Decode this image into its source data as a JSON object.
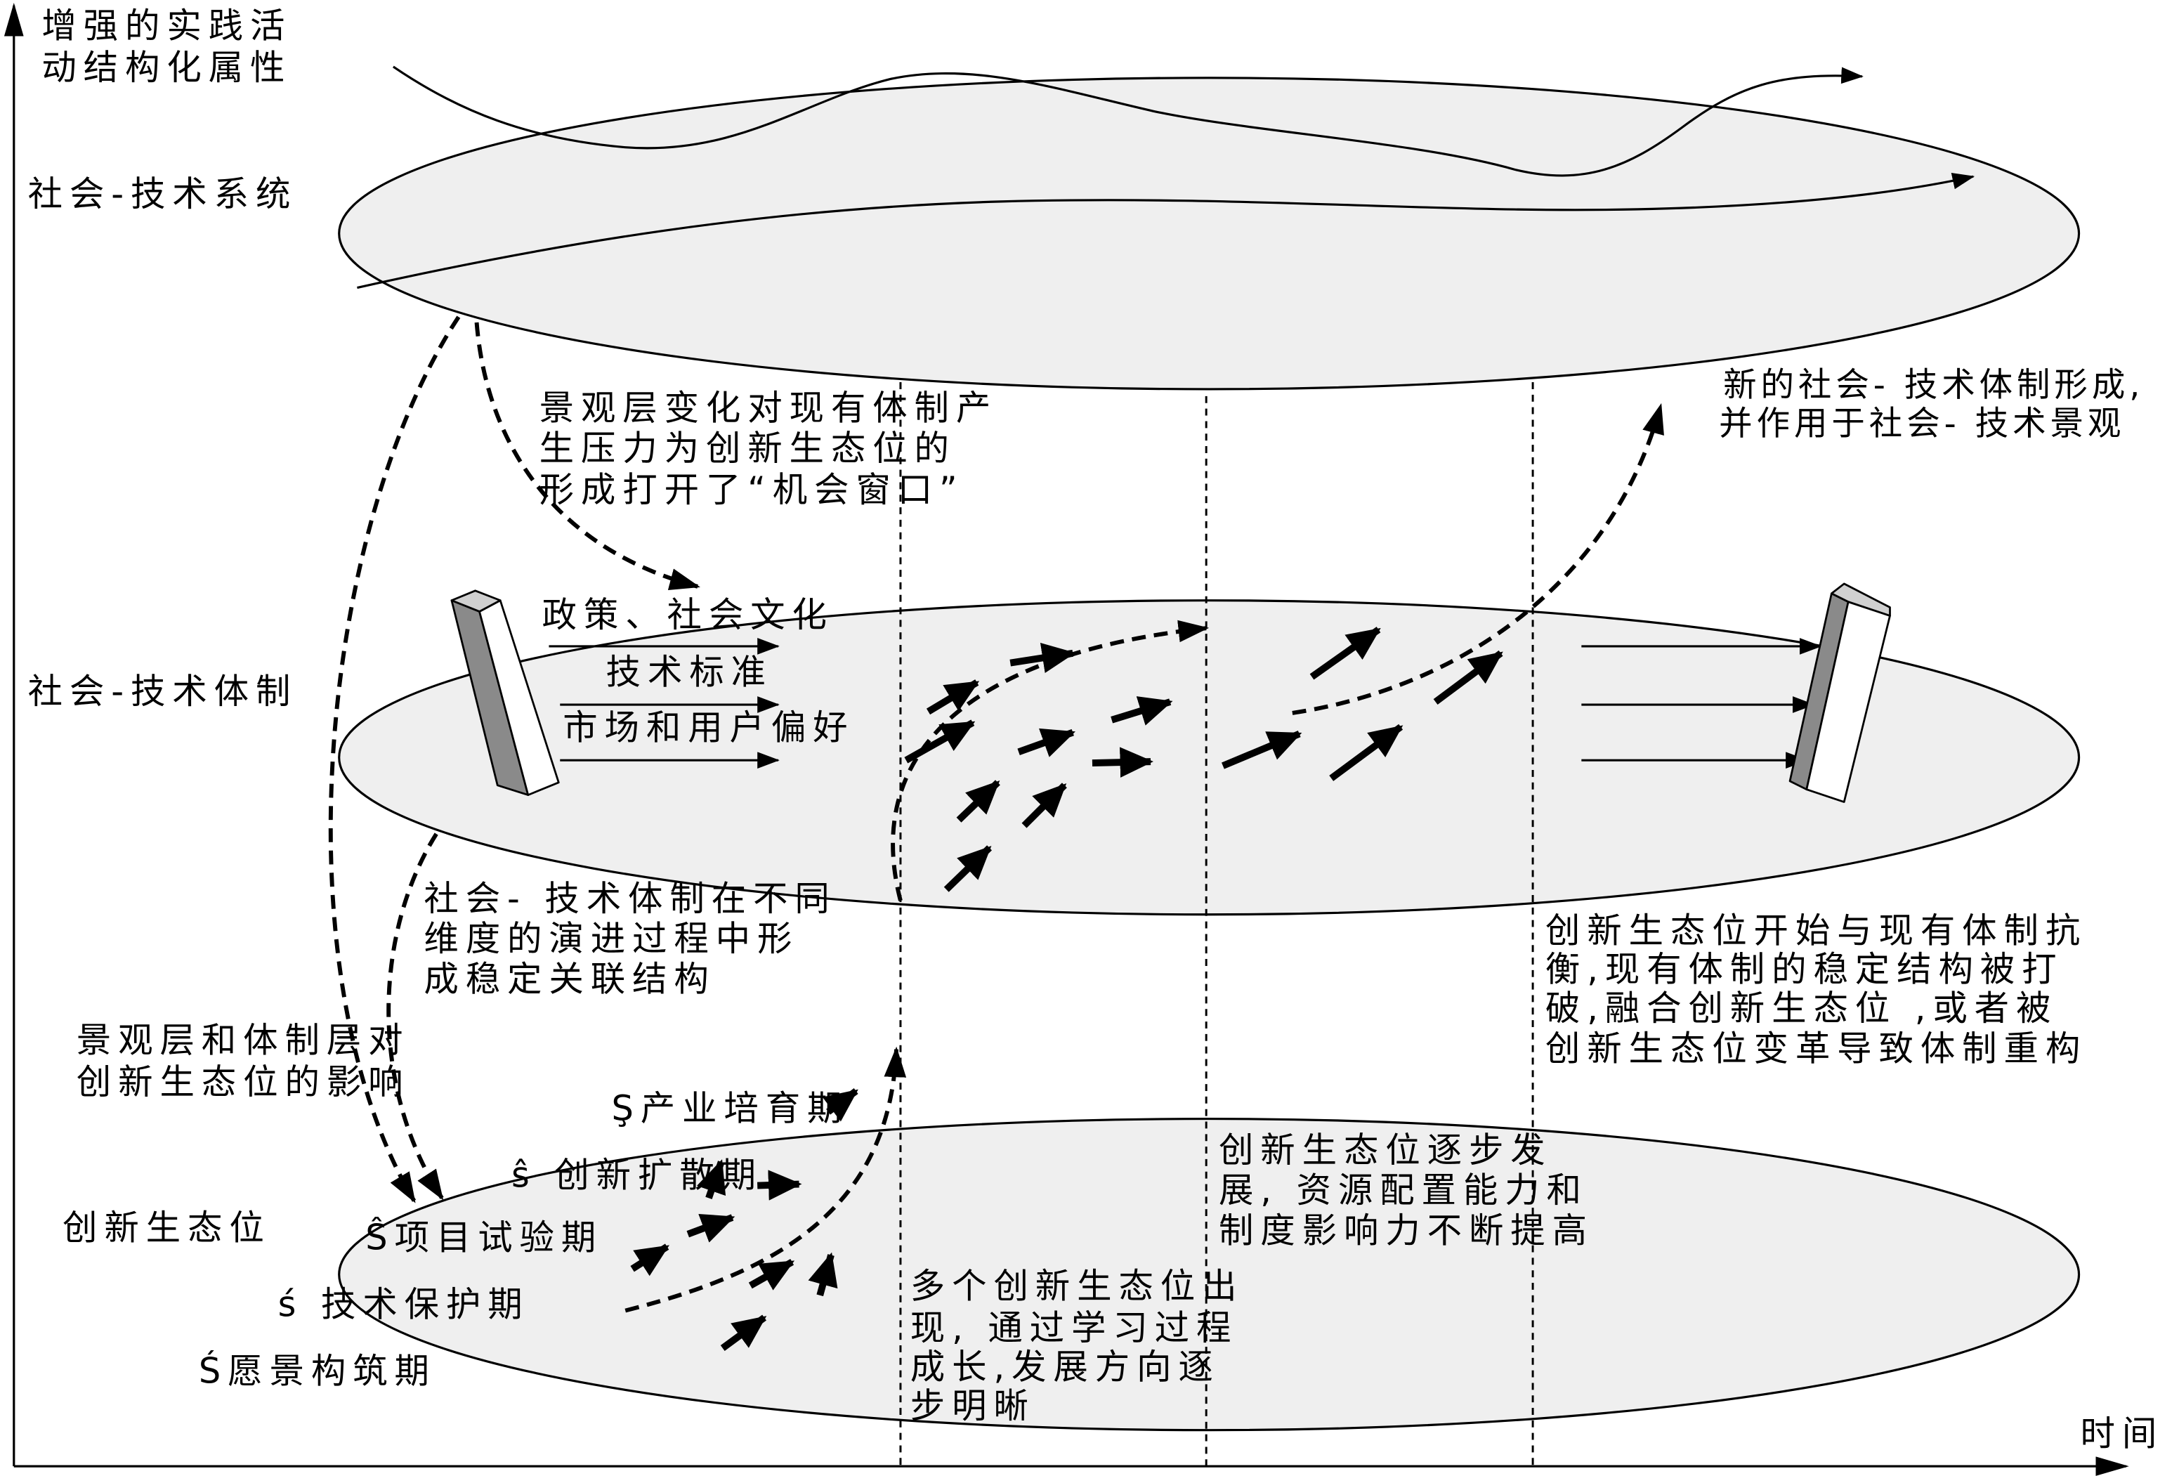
{
  "axes": {
    "y_label": [
      "增强的实践活",
      "动结构化属性"
    ],
    "x_label": "时间"
  },
  "layers": {
    "system": "社会-技术系统",
    "regime": "社会-技术体制",
    "niche": "创新生态位"
  },
  "annotations": {
    "window": [
      "景观层变化对现有体制产",
      "生压力为创新生态位的",
      "形成打开了“机会窗口”"
    ],
    "new_regime": [
      "新的社会- 技术体制形成,",
      "并作用于社会- 技术景观"
    ],
    "regime_dimensions": [
      "政策、社会文化",
      "技术标准",
      "市场和用户偏好"
    ],
    "regime_structure": [
      "社会- 技术体制在不同",
      "维度的演进过程中形",
      "成稳定关联结构"
    ],
    "influence": [
      "景观层和体制层对",
      "创新生态位的影响"
    ],
    "contest": [
      "创新生态位开始与现有体制抗",
      "衡,现有体制的稳定结构被打",
      "破,融合创新生态位 ,或者被",
      "创新生态位变革导致体制重构"
    ],
    "niche_growth": [
      "创新生态位逐步发",
      "展, 资源配置能力和",
      "制度影响力不断提高"
    ],
    "multiple_niches": [
      "多个创新生态位出",
      "现, 通过学习过程",
      "成长,发展方向逐",
      "步明晰"
    ]
  },
  "niche_stages": [
    "Ş产业培育期",
    "ŝ 创新扩散期",
    "Ŝ项目试验期",
    "ś 技术保护期",
    "Ś愿景构筑期"
  ],
  "colors": {
    "layer_fill": "#efefef",
    "line": "#000000",
    "bar_side": "#8a8a8a",
    "bar_face": "#ffffff"
  }
}
